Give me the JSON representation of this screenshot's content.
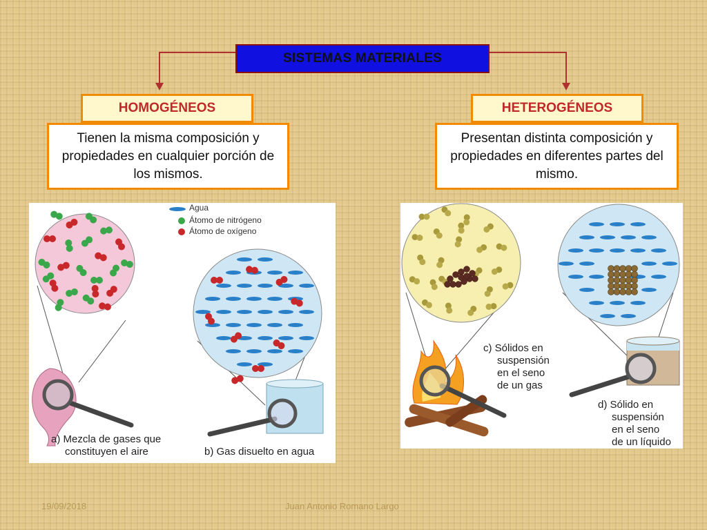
{
  "title": "SISTEMAS MATERIALES",
  "homogeneous": {
    "heading": "HOMOGÉNEOS",
    "description": "Tienen la misma composición y propiedades en cualquier porción de los mismos."
  },
  "heterogeneous": {
    "heading": "HETEROGÉNEOS",
    "description": "Presentan distinta composición y propiedades en diferentes partes del mismo."
  },
  "legend": {
    "water": "Agua",
    "nitrogen": "Átomo de nitrógeno",
    "oxygen": "Átomo de oxígeno"
  },
  "captions": {
    "a_line1": "a) Mezcla de gases que",
    "a_line2": "constituyen el aire",
    "b": "b) Gas disuelto en agua",
    "c_line1": "c) Sólidos en",
    "c_line2": "suspensión",
    "c_line3": "en el seno",
    "c_line4": "de un gas",
    "d_line1": "d) Sólido en",
    "d_line2": "suspensión",
    "d_line3": "en el seno",
    "d_line4": "de un líquido"
  },
  "footer": {
    "date": "19/09/2018",
    "author": "Juan Antonio Romano Largo"
  },
  "colors": {
    "title_fill": "#1010e0",
    "box_border": "#f28a00",
    "heading_text": "#c0282a",
    "arrow": "#b03030",
    "nitrogen": "#3aa84a",
    "oxygen": "#c8282a",
    "water": "#2a80c8"
  }
}
